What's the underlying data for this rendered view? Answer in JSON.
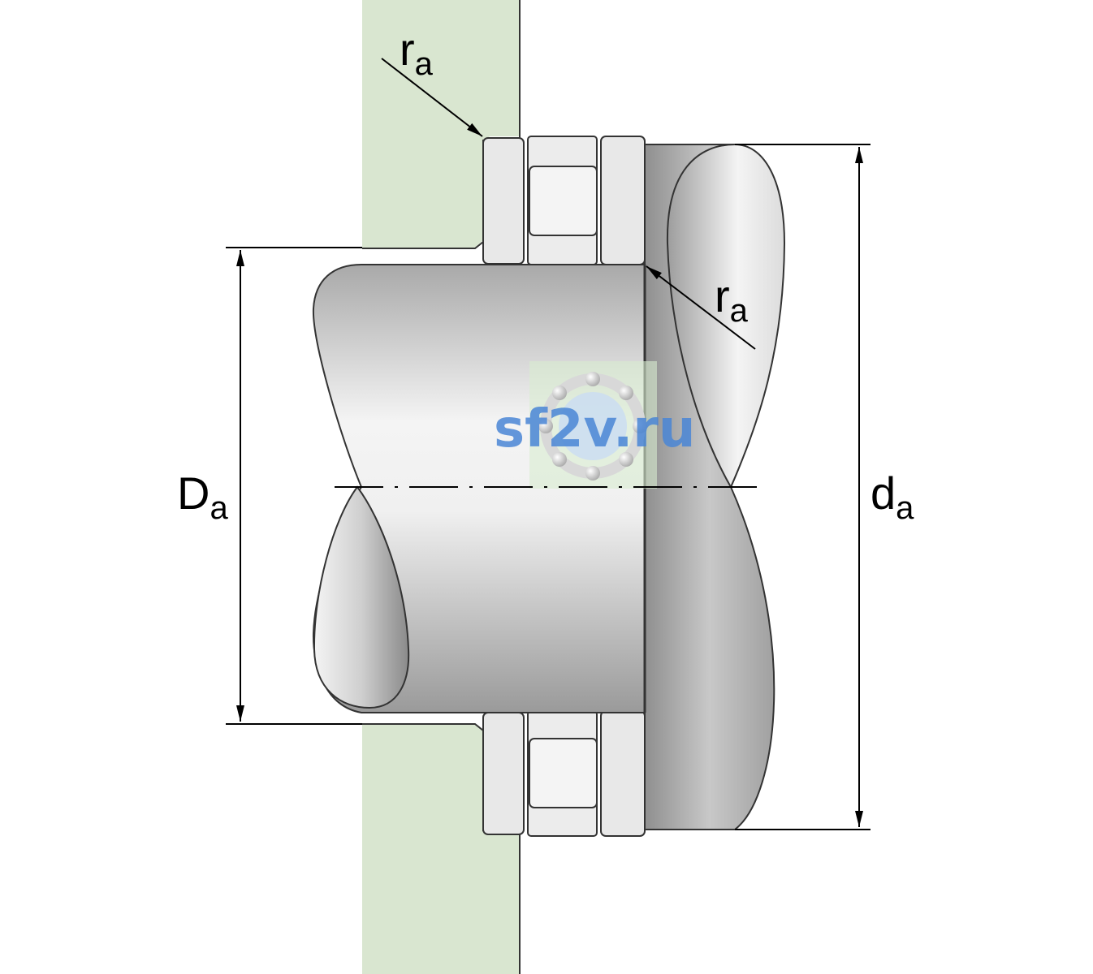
{
  "labels": {
    "ra_top": {
      "main": "r",
      "sub": "a"
    },
    "ra_right": {
      "main": "r",
      "sub": "a"
    },
    "Da": {
      "main": "D",
      "sub": "a"
    },
    "da": {
      "main": "d",
      "sub": "a"
    }
  },
  "watermark": "sf2v.ru",
  "colors": {
    "housing": "#d9e6d0",
    "outline": "#333333",
    "metal_light": "#f2f2f2",
    "metal_dark": "#a9a9a9",
    "ring": "#e6e6e6",
    "watermark": "#4a86d6"
  }
}
